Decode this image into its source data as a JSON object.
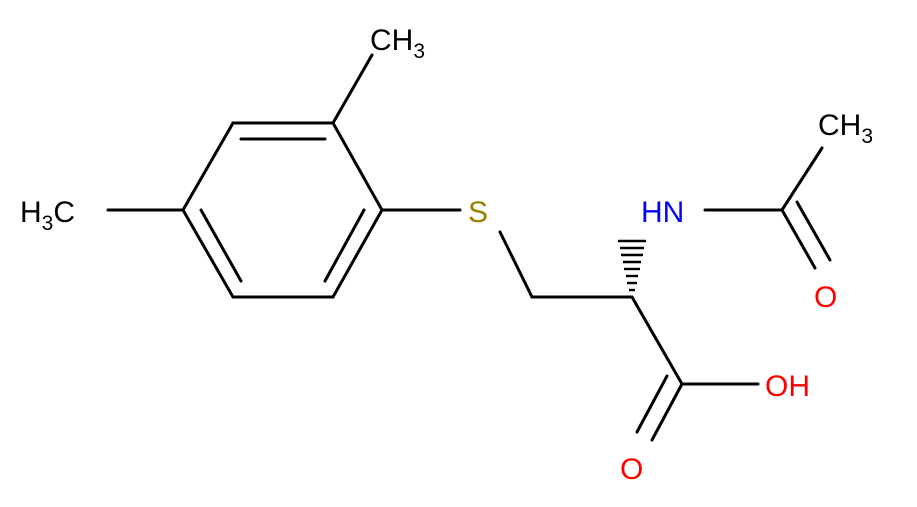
{
  "molecule": {
    "colors": {
      "bond": "#000000",
      "carbon_label": "#000000",
      "sulfur": "#998000",
      "nitrogen": "#0000ff",
      "oxygen": "#ff0000"
    },
    "labels": {
      "ch3_top": {
        "main": "CH",
        "sub": "3"
      },
      "h3c_left": {
        "pre": "H",
        "sub": "3",
        "main": "C"
      },
      "ch3_acetyl": {
        "main": "CH",
        "sub": "3"
      },
      "sulfur": "S",
      "amide_nh": "HN",
      "amide_o": "O",
      "hydroxyl": "OH",
      "carbonyl_o": "O"
    },
    "stereo": "wedge-hashed"
  }
}
